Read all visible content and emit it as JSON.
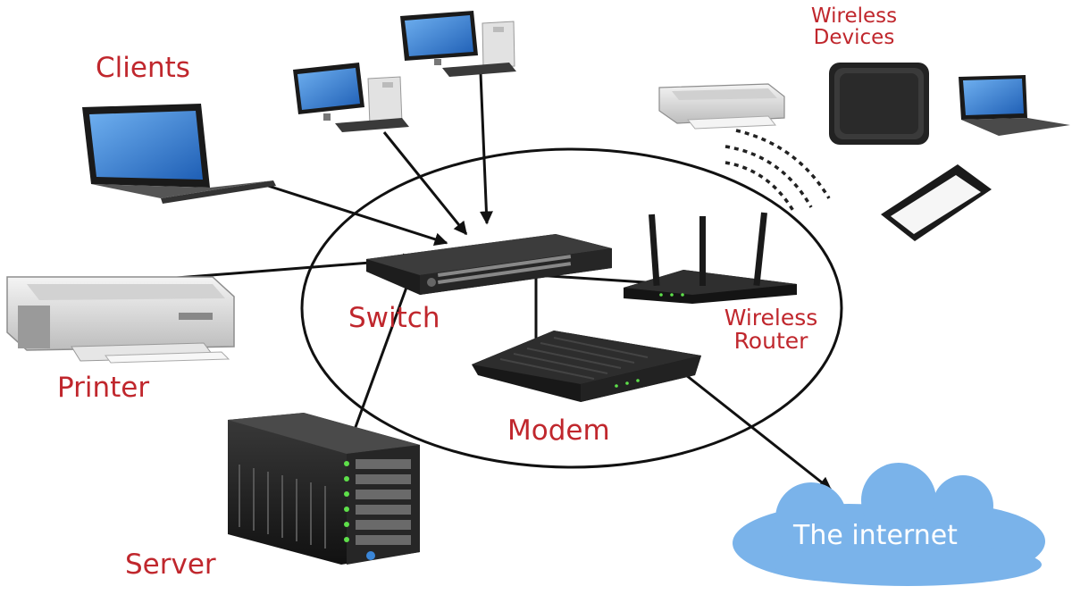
{
  "colors": {
    "label": "#c0272d",
    "cloud": "#7ab3ea",
    "cloud_text": "#ffffff",
    "line": "#111111",
    "device_dark": "#1b1b1b",
    "screen": "#2c72c8",
    "led": "#5ee04a"
  },
  "icons": {
    "clients": "laptop-icon",
    "desktops": "desktop-computer-icon",
    "printer": "printer-icon",
    "server": "server-tower-icon",
    "switch": "network-switch-icon",
    "router": "wireless-router-icon",
    "modem": "modem-icon",
    "wireless_printer": "printer-icon",
    "speaker": "smart-speaker-icon",
    "wireless_laptop": "laptop-icon",
    "phone": "smartphone-icon",
    "signal": "wifi-signal-icon",
    "internet": "cloud-icon"
  },
  "labels": {
    "clients": "Clients",
    "wireless_devices": [
      "Wireless",
      "Devices"
    ],
    "switch": "Switch",
    "wireless_router": [
      "Wireless",
      "Router"
    ],
    "printer": "Printer",
    "modem": "Modem",
    "server": "Server",
    "internet": "The internet"
  }
}
